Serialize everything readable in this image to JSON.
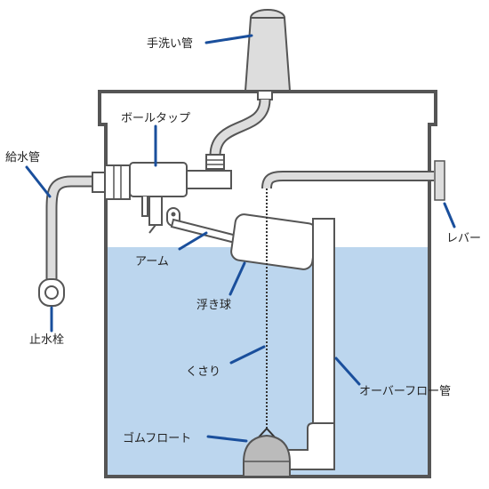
{
  "labels": {
    "hand_wash_pipe": "手洗い管",
    "ball_tap": "ボールタップ",
    "supply_pipe": "給水管",
    "lever": "レバー",
    "arm": "アーム",
    "stop_valve": "止水栓",
    "float_ball": "浮き球",
    "chain": "くさり",
    "overflow_pipe": "オーバーフロー管",
    "rubber_float": "ゴムフロート"
  },
  "colors": {
    "water": "#bcd6ee",
    "outline": "#555555",
    "pipe": "#dddddd",
    "part_fill": "#ffffff",
    "leader": "#1a4f9c",
    "rubber_float": "#bbbbbb"
  }
}
